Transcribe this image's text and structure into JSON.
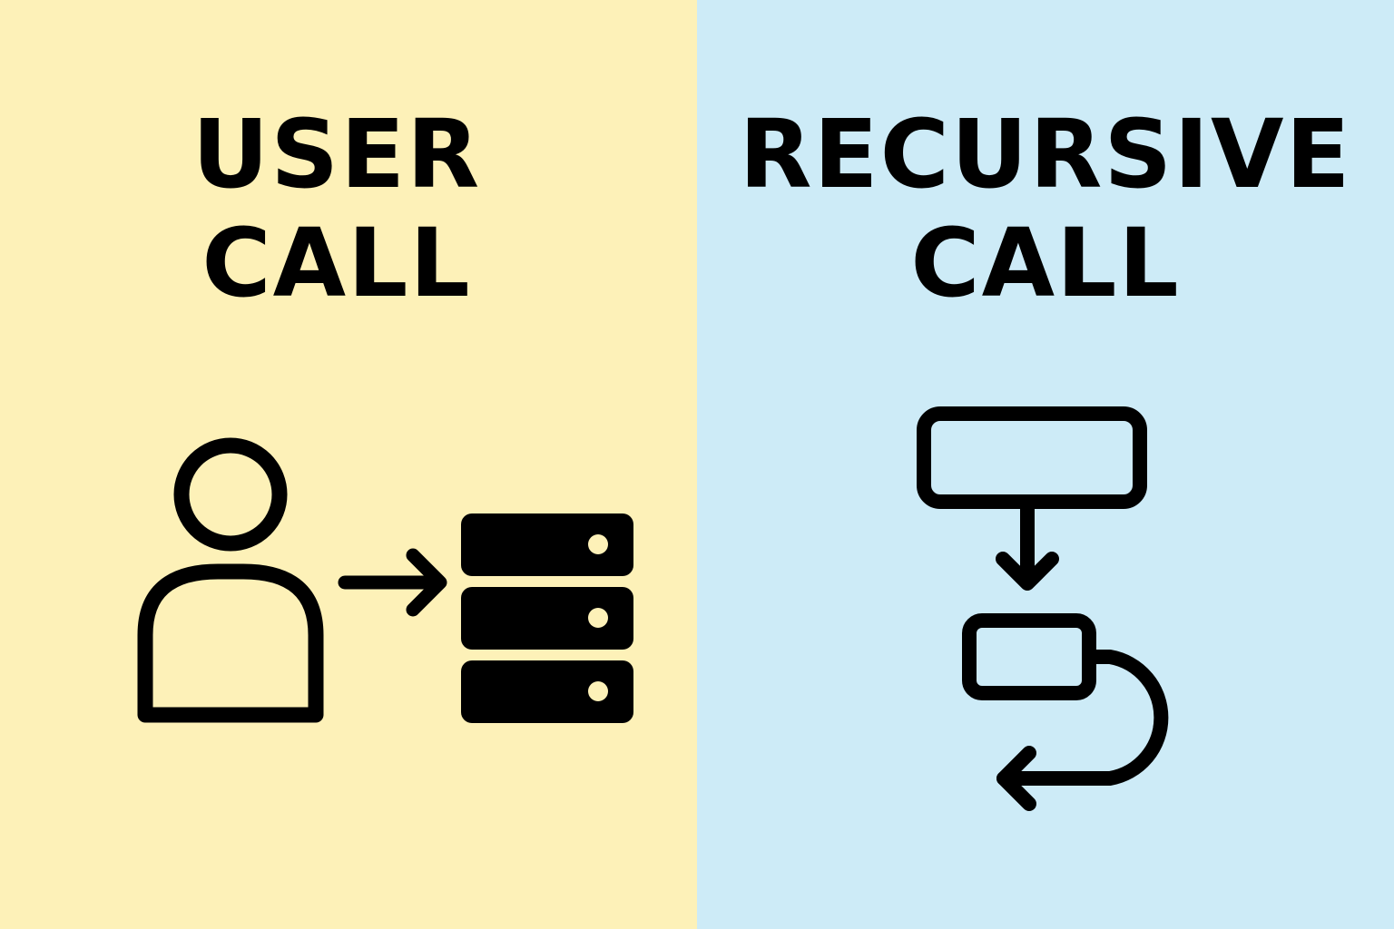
{
  "colors": {
    "left_background": "#fdf1b8",
    "right_background": "#cdebf7",
    "ink": "#000000"
  },
  "left_panel": {
    "title_line1": "USER",
    "title_line2": "CALL",
    "icons": [
      "user-icon",
      "arrow-right-icon",
      "server-icon"
    ]
  },
  "right_panel": {
    "title_line1": "RECURSIVE",
    "title_line2": "CALL",
    "icons": [
      "box-icon",
      "arrow-down-icon",
      "box-icon",
      "loop-back-arrow-icon"
    ]
  }
}
